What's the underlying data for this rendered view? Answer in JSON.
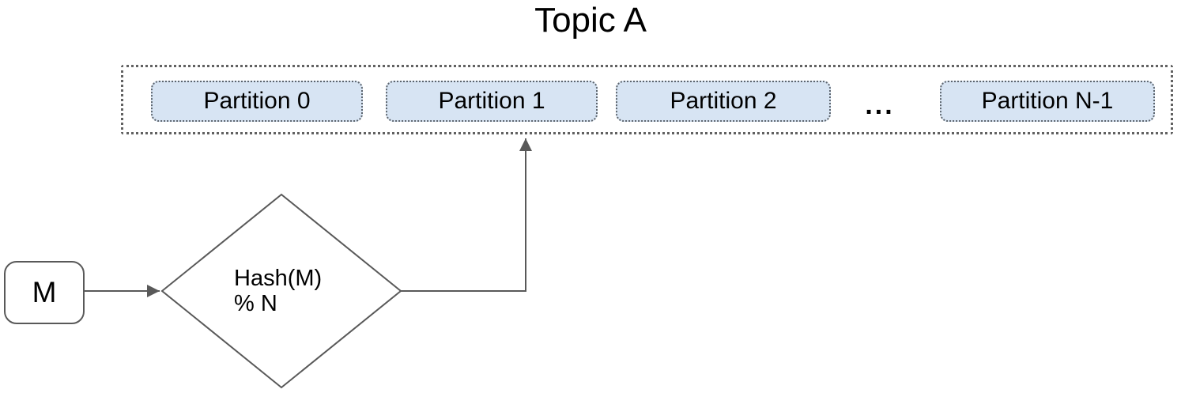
{
  "title": "Topic A",
  "colors": {
    "partition_fill": "#d7e4f3",
    "line": "#595959",
    "container_dots": "#616161"
  },
  "topic_container": {
    "partitions": [
      {
        "label": "Partition 0"
      },
      {
        "label": "Partition 1"
      },
      {
        "label": "Partition 2"
      },
      {
        "label": "Partition N-1"
      }
    ],
    "ellipsis": "..."
  },
  "flow": {
    "message_label": "M",
    "hash_line1": "Hash(M)",
    "hash_line2": "% N"
  }
}
